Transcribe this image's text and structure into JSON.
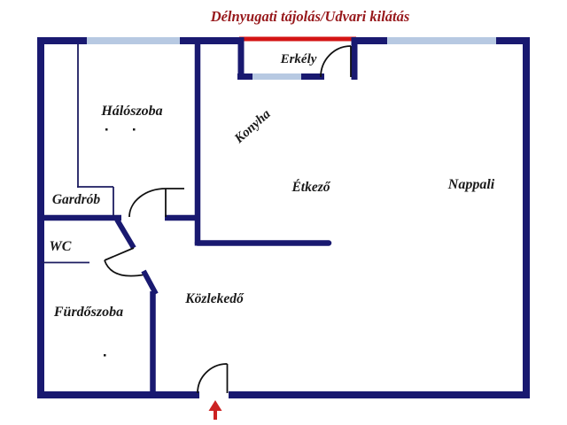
{
  "title": "Délnyugati tájolás/Udvari kilátás",
  "rooms": {
    "erkely": "Erkély",
    "haloszoba": "Hálószoba",
    "konyha": "Konyha",
    "etkezo": "Étkező",
    "nappali": "Nappali",
    "gardrob": "Gardrób",
    "wc": "WC",
    "furdoszoba": "Fürdőszoba",
    "kozlekedo": "Közlekedő"
  },
  "colors": {
    "wall": "#191970",
    "thin_line": "#1c1c60",
    "door_line": "#111111",
    "window": "#b7c9e2",
    "railing": "#d41414",
    "title_text": "#97181b",
    "label_text": "#1a1a1a",
    "arrow": "#cc2222",
    "background": "#ffffff"
  }
}
